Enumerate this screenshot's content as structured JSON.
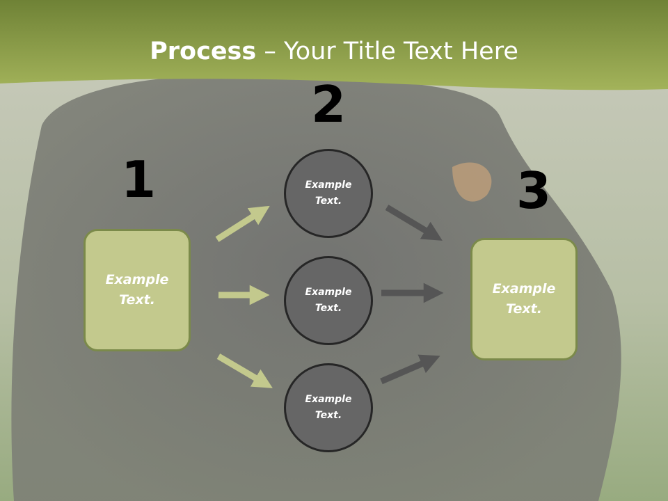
{
  "title": {
    "bold": "Process",
    "rest": " – Your Title Text Here"
  },
  "steps": {
    "step1": {
      "number": "1",
      "text": "Example Text."
    },
    "step2": {
      "number": "2",
      "circles": [
        "Example Text.",
        "Example Text.",
        "Example Text."
      ]
    },
    "step3": {
      "number": "3",
      "text": "Example Text."
    }
  },
  "colors": {
    "header": "#8fa24a",
    "box_fill": "#c3c98d",
    "box_border": "#7b8a4a",
    "circle_fill": "#666666",
    "circle_border": "#262626",
    "arrow_green": "#c3c98d",
    "arrow_gray": "#555555"
  }
}
